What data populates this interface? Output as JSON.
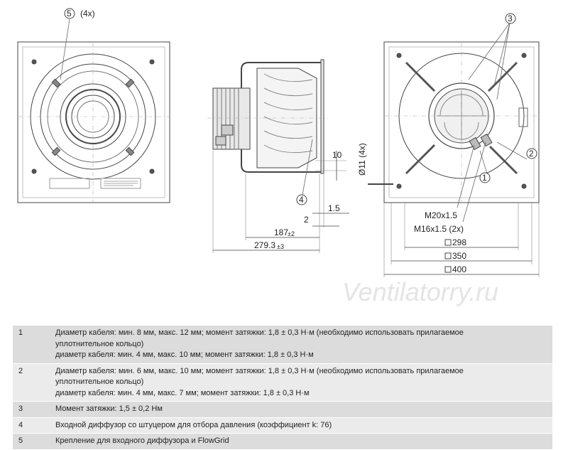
{
  "callouts": {
    "c5": "5",
    "c5_count": "(4x)",
    "c3": "3",
    "c4": "4",
    "c1": "1",
    "c2": "2"
  },
  "dimensions": {
    "d10": "10",
    "hole": "Ø11 (4x)",
    "d1_5": "1.5",
    "d2": "2",
    "d187": "187",
    "d187_tol": "±2",
    "d279": "279.3",
    "d279_tol": "±3",
    "thread_a": "M20x1.5",
    "thread_b": "M16x1.5 (2x)",
    "sq298": "298",
    "sq350": "350",
    "sq400": "400"
  },
  "watermark": "Ventilatorry.ru",
  "notes": [
    {
      "num": "1",
      "lines": [
        "Диаметр кабеля: мин. 8 мм, макс. 12 мм; момент затяжки: 1,8 ± 0,3 Н·м (необходимо использовать прилагаемое",
        "уплотнительное кольцо)",
        "диаметр кабеля: мин. 4 мм, макс. 10 мм; момент затяжки: 1,8 ± 0,3 Н·м"
      ]
    },
    {
      "num": "2",
      "lines": [
        "Диаметр кабеля: мин. 6 мм, макс. 10 мм; момент затяжки: 1,8 ± 0,3 Н·м (необходимо использовать прилагаемое",
        "уплотнительное кольцо)",
        "диаметр кабеля: мин. 4 мм, макс. 7 мм; момент затяжки: 1,8 ± 0,3 Н·м"
      ]
    },
    {
      "num": "3",
      "lines": [
        "Момент затяжки: 1,5 ± 0,2 Нм"
      ]
    },
    {
      "num": "4",
      "lines": [
        "Входной диффузор со штуцером для отбора давления (коэффициент k: 76)"
      ]
    },
    {
      "num": "5",
      "lines": [
        "Крепление для входного диффузора и FlowGrid"
      ]
    }
  ]
}
